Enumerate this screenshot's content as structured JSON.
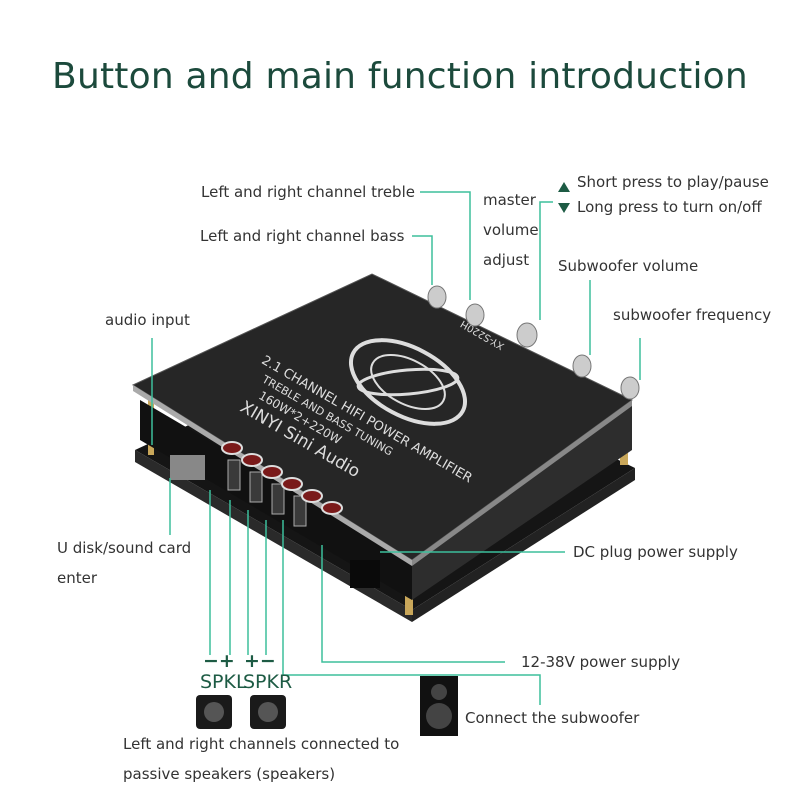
{
  "title": "Button and main function introduction",
  "labels": {
    "treble": "Left and right channel treble",
    "bass": "Left and right channel bass",
    "master_1": "master",
    "master_2": "volume",
    "master_3": "adjust",
    "short_press": "Short press to play/pause",
    "long_press": "Long press to turn on/off",
    "sub_volume": "Subwoofer volume",
    "sub_freq": "subwoofer frequency",
    "audio_input": "audio input",
    "udisk_1": "U disk/sound card",
    "udisk_2": "enter",
    "dc_plug": "DC plug power supply",
    "power_range": "12-38V power supply",
    "subwoofer": "Connect the subwoofer",
    "passive_1": "Left and right channels connected to",
    "passive_2": "passive speakers (speakers)",
    "spkl_signs": "−+",
    "spkr_signs": "+−",
    "spkl": "SPKL",
    "spkr": "SPKR"
  },
  "board": {
    "brand": "XINYI Sini Audio",
    "power": "160W*2+220W",
    "line1": "TREBLE AND BASS TUNING",
    "line2": "2.1 CHANNEL HIFI POWER AMPLIFIER",
    "model": "XY-S220H"
  },
  "colors": {
    "title": "#1c4a3c",
    "leader": "#3dbf9c",
    "board": "#1e1e1e"
  }
}
